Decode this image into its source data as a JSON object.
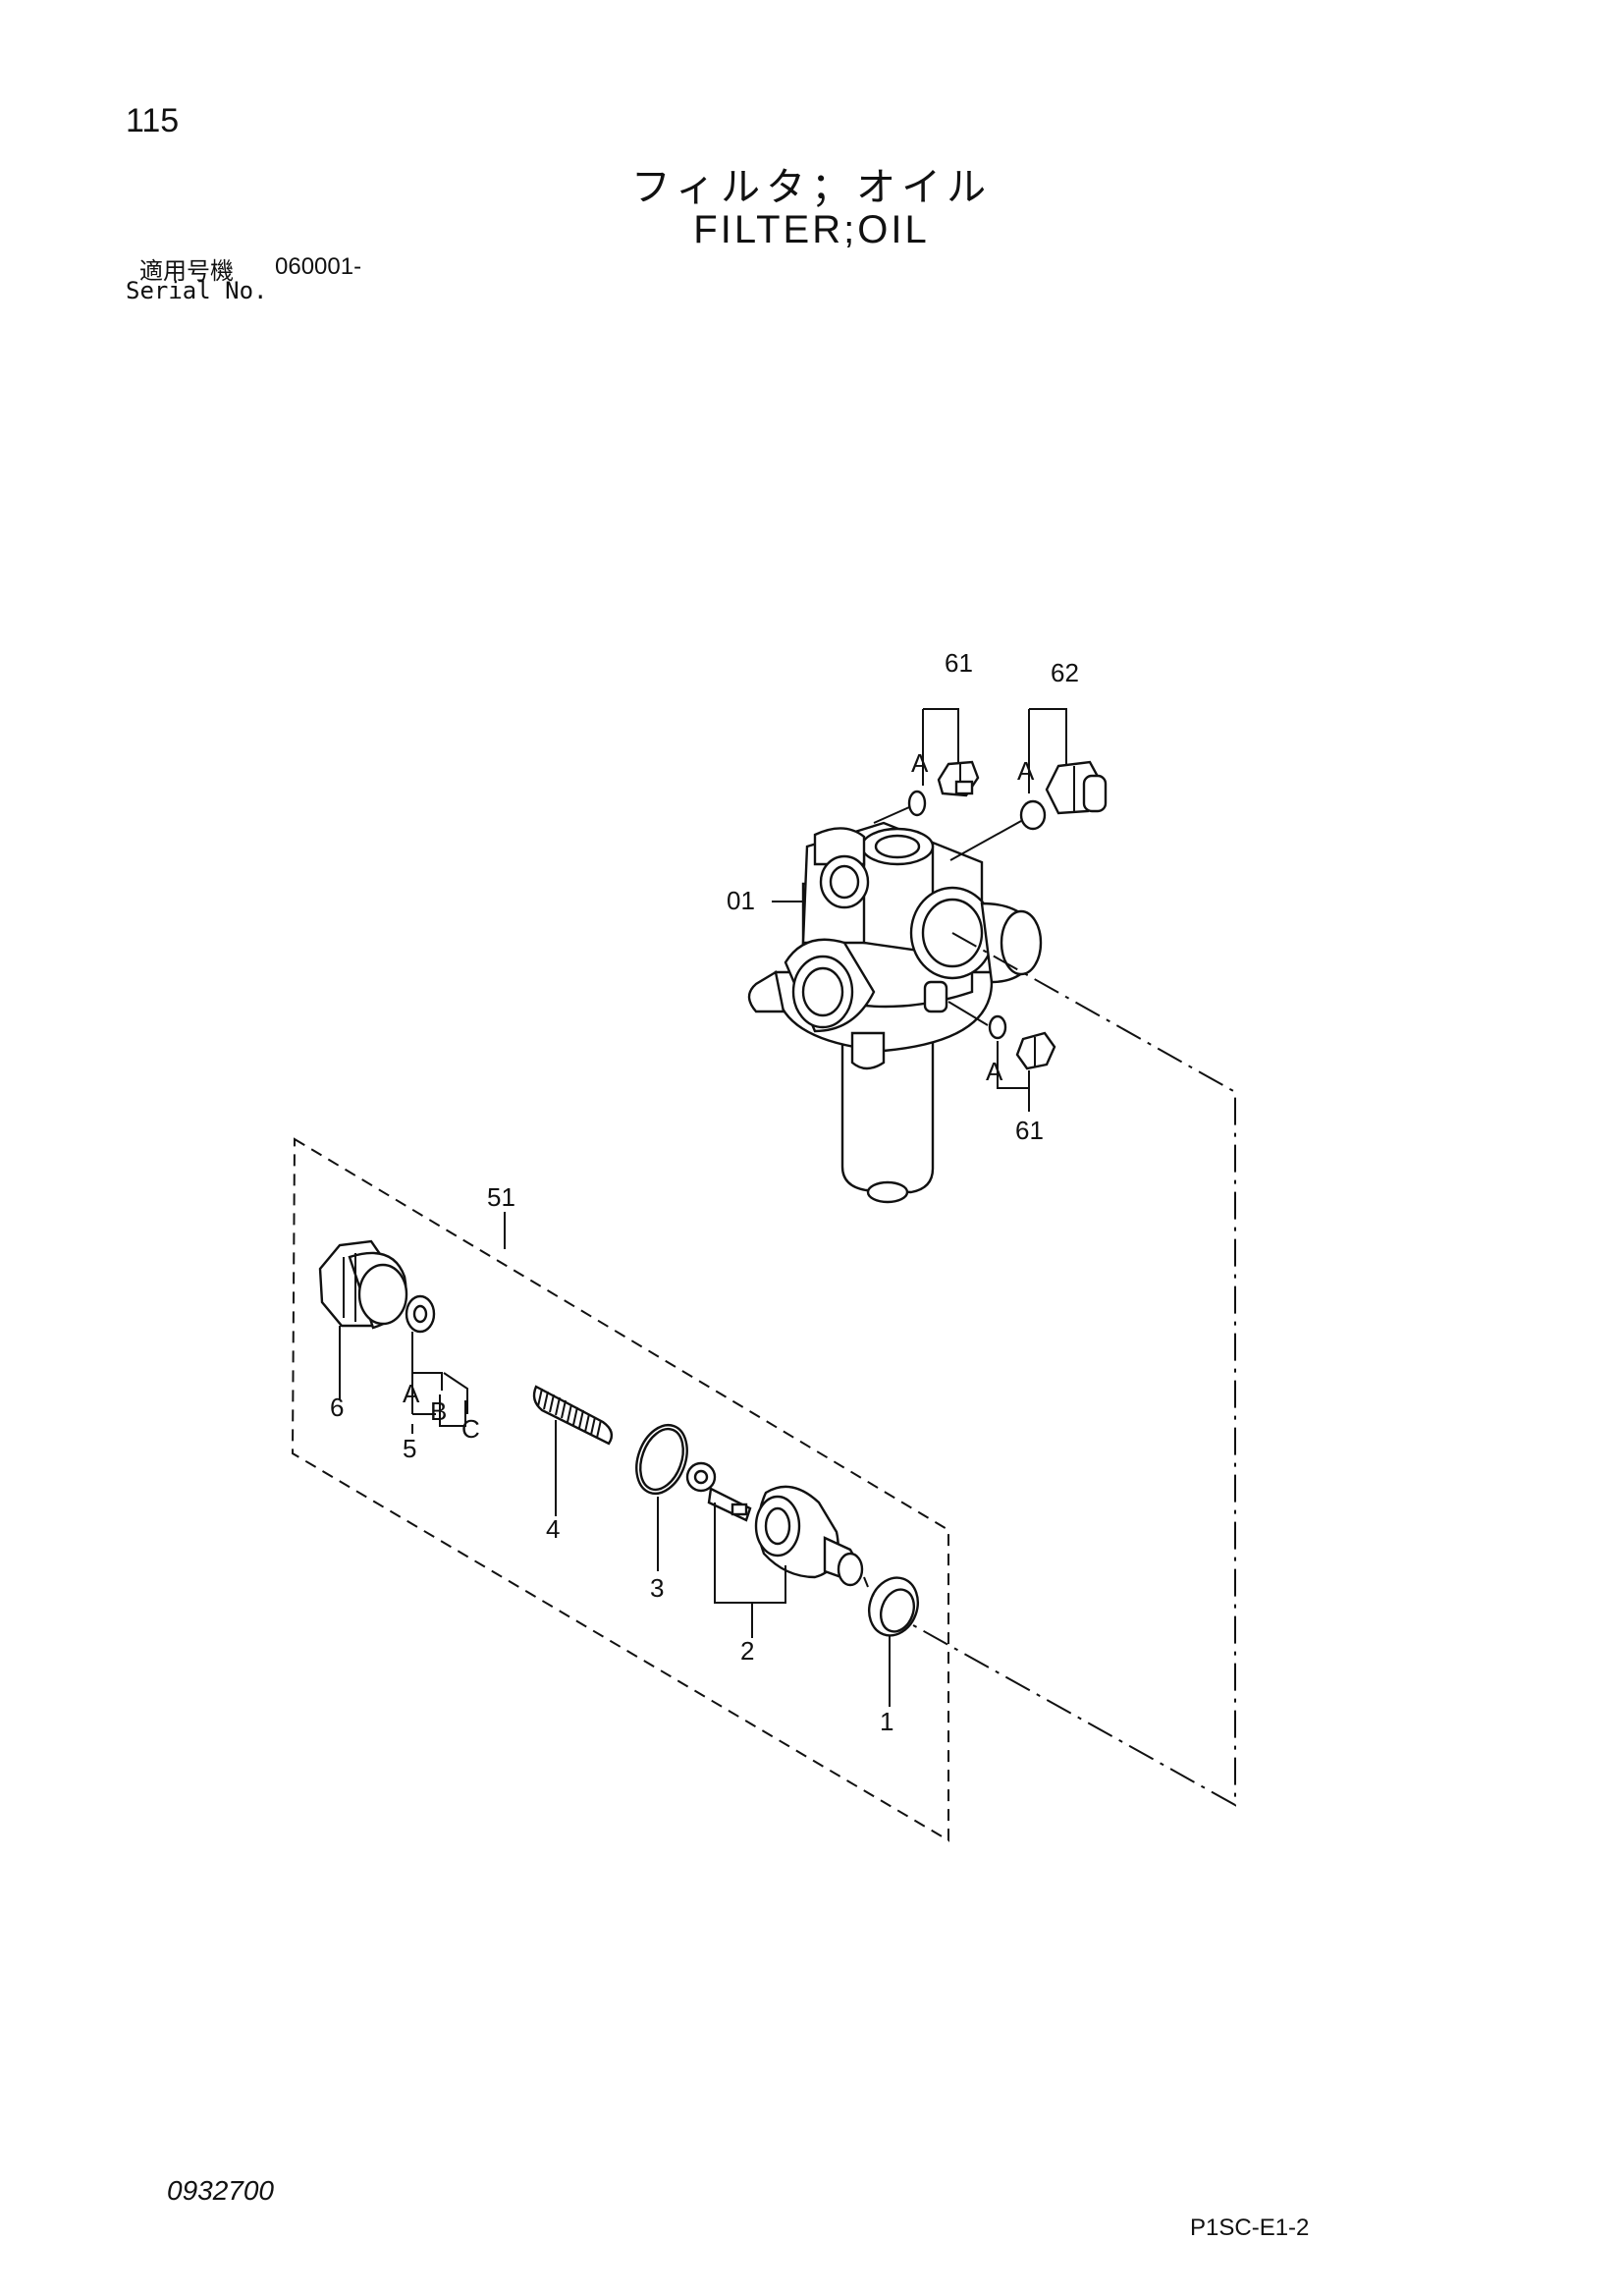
{
  "page": {
    "number": "115",
    "title_ja": "フィルタ；オイル",
    "title_en": "FILTER;OIL",
    "serial_label_ja": "適用号機",
    "serial_value": "060001-",
    "serial_label_en": "Serial No.",
    "doc_code": "0932700",
    "sheet_code": "P1SC-E1-2"
  },
  "callouts": {
    "c61_top": "61",
    "c62": "62",
    "c01": "01",
    "c61_bottom": "61",
    "c51": "51",
    "c6": "6",
    "c5": "5",
    "c4": "4",
    "c3": "3",
    "c2": "2",
    "c1": "1"
  },
  "letters": {
    "a_61_top": "A",
    "a_62": "A",
    "a_61_bottom": "A",
    "a_5": "A",
    "b_5": "B",
    "c_5": "C"
  }
}
